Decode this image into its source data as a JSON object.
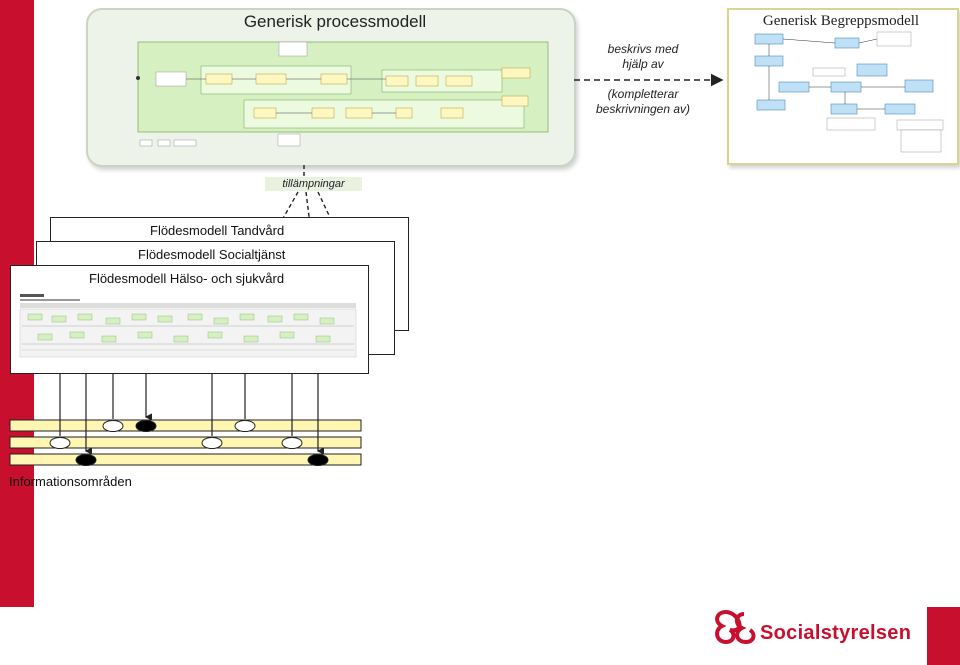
{
  "process_model": {
    "title": "Generisk processmodell"
  },
  "concept_model": {
    "title": "Generisk Begreppsmodell"
  },
  "relation": {
    "line1": "beskrivs med",
    "line2": "hjälp av",
    "line3": "(kompletterar",
    "line4": "beskrivningen av)"
  },
  "applications_label": "tillämpningar",
  "flow_models": [
    {
      "title": "Flödesmodell Tandvård"
    },
    {
      "title": "Flödesmodell Socialtjänst"
    },
    {
      "title": "Flödesmodell Hälso- och sjukvård"
    }
  ],
  "information_areas_label": "Informationsområden",
  "logo": {
    "text": "Socialstyrelsen"
  },
  "colors": {
    "brand_red": "#c8102e",
    "info_band": "#fff6b3",
    "process_panel_bg": "#eef3ea",
    "concept_panel_border": "#d9d58e"
  }
}
